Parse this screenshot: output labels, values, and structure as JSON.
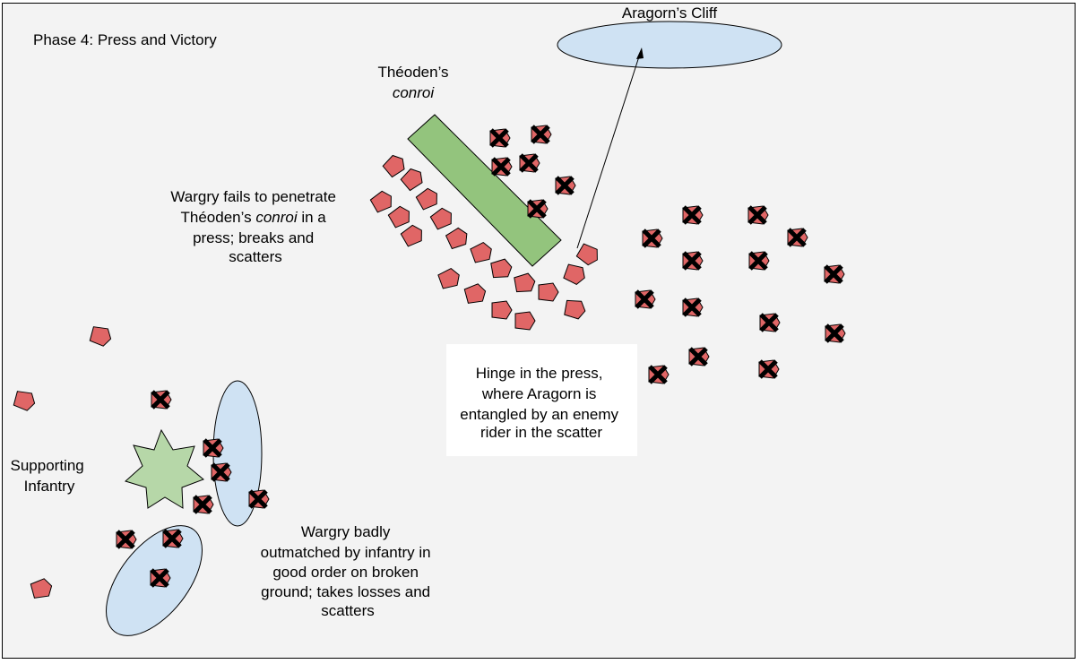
{
  "title": "Phase 4: Press and Victory",
  "labels": {
    "cliff": "Aragorn’s Cliff",
    "theoden_line1": "Théoden’s",
    "theoden_line2": "conroi",
    "wargry_fail_line1": "Wargry fails to penetrate",
    "wargry_fail_line2a": "Théoden’s ",
    "wargry_fail_line2b": "conroi",
    "wargry_fail_line2c": " in a",
    "wargry_fail_line3": "press; breaks and",
    "wargry_fail_line4": "scatters",
    "hinge_line1": "Hinge in the press,",
    "hinge_line2": "where Aragorn is",
    "hinge_line3": "entangled by an enemy",
    "hinge_line4": "rider in the scatter",
    "infantry_line1": "Supporting",
    "infantry_line2": "Infantry",
    "outmatched_line1": "Wargry badly",
    "outmatched_line2": "outmatched by infantry in",
    "outmatched_line3": "good order on broken",
    "outmatched_line4": "ground; takes losses and",
    "outmatched_line5": "scatters"
  },
  "colors": {
    "background": "#f3f3f3",
    "border": "#000000",
    "rider_fill": "#e06666",
    "conroi_fill": "#93c47d",
    "infantry_fill": "#b6d7a8",
    "ellipse_fill": "#cfe2f3",
    "hinge_box": "#ffffff",
    "cross": "#000000"
  },
  "icons": {
    "rider": "pentagon-rider-icon",
    "casualty": "cross-mark-icon",
    "infantry": "star-infantry-icon"
  }
}
